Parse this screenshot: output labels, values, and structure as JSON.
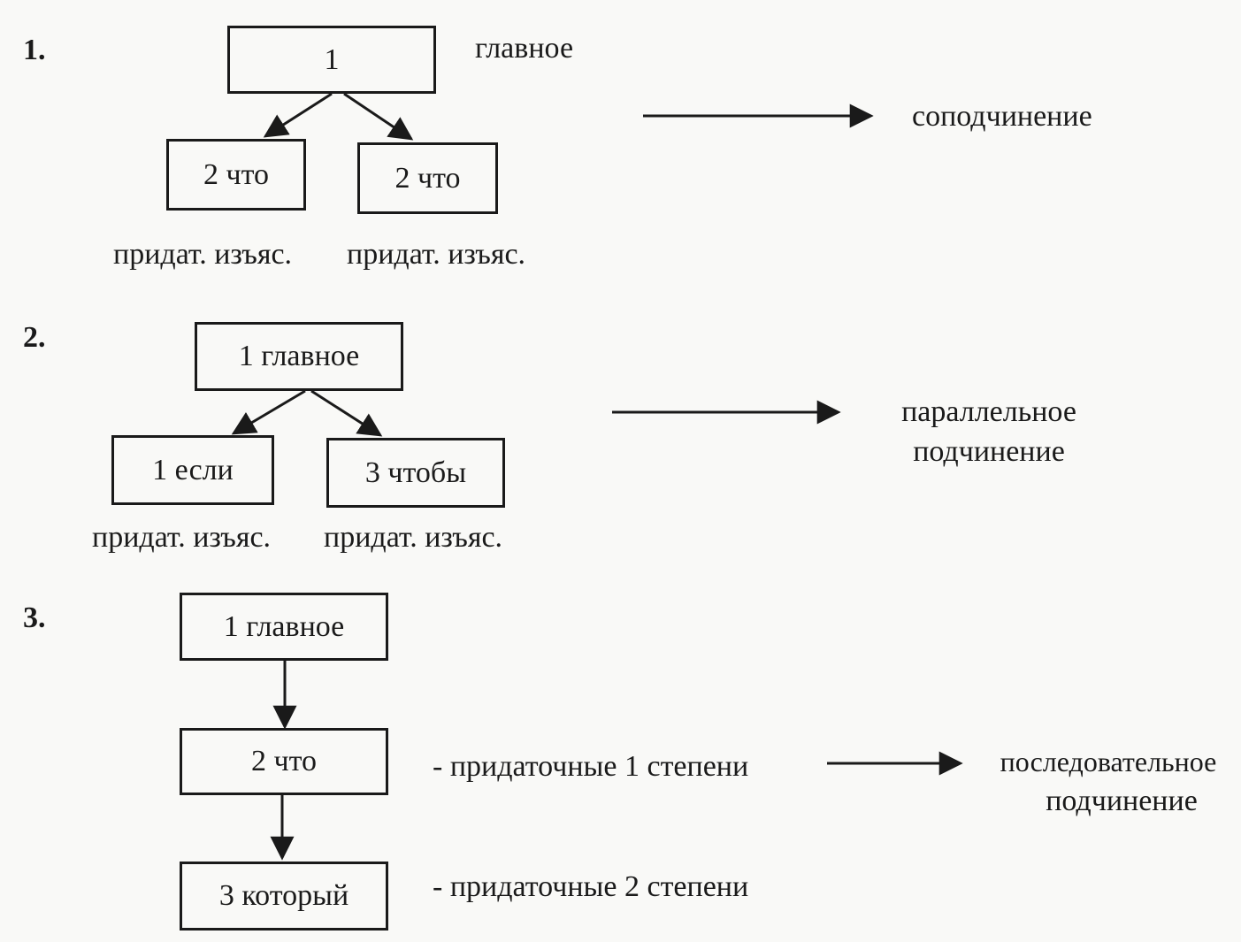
{
  "colors": {
    "ink": "#1a1a1a",
    "paper": "#f9f9f7"
  },
  "scheme1": {
    "number": "1.",
    "main_box": "1",
    "main_label": "главное",
    "child_left": "2 что",
    "child_right": "2 что",
    "caption_left": "придат. изъяс.",
    "caption_right": "придат. изъяс.",
    "type_label": "соподчинение"
  },
  "scheme2": {
    "number": "2.",
    "main_box": "1 главное",
    "child_left": "1 если",
    "child_right": "3 чтобы",
    "caption_left": "придат. изъяс.",
    "caption_right": "придат. изъяс.",
    "type_label_line1": "параллельное",
    "type_label_line2": "подчинение"
  },
  "scheme3": {
    "number": "3.",
    "main_box": "1 главное",
    "middle_box": "2 что",
    "bottom_box": "3 который",
    "middle_label": "- придаточные 1 степени",
    "bottom_label": "- придаточные 2 степени",
    "type_label_line1": "последовательное",
    "type_label_line2": "подчинение"
  }
}
